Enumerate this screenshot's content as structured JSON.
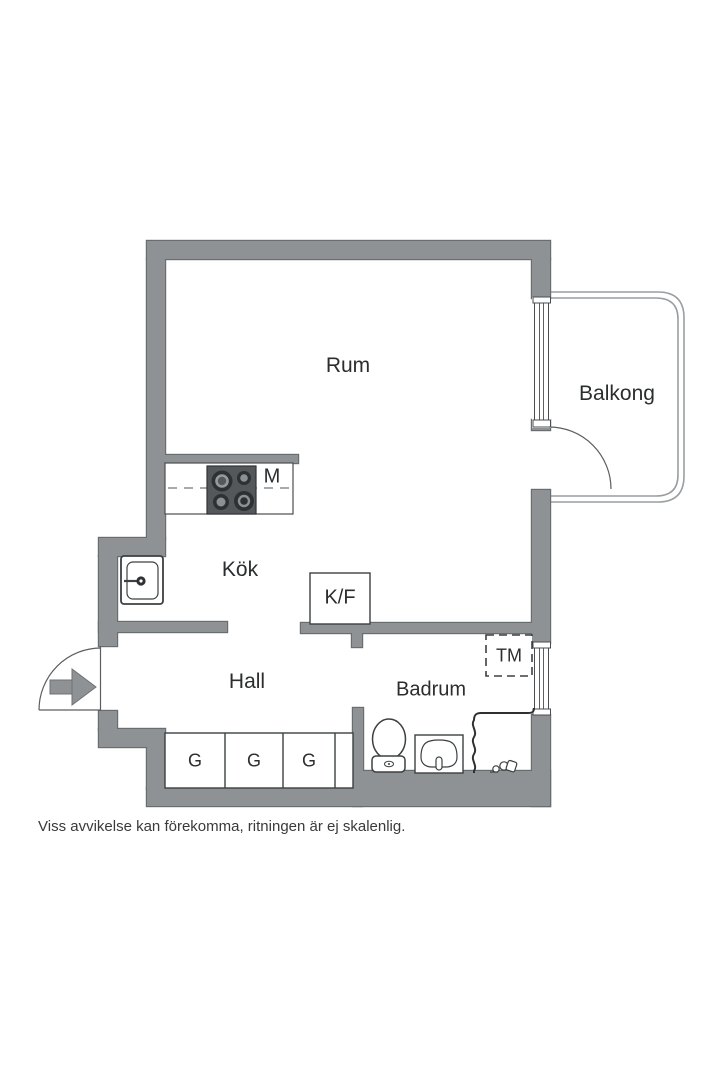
{
  "rooms": {
    "rum": {
      "label": "Rum"
    },
    "balkong": {
      "label": "Balkong"
    },
    "kok": {
      "label": "Kök"
    },
    "hall": {
      "label": "Hall"
    },
    "badrum": {
      "label": "Badrum"
    }
  },
  "appliances": {
    "m": {
      "label": "M"
    },
    "kf": {
      "label": "K/F"
    },
    "tm": {
      "label": "TM"
    },
    "wardrobes": [
      {
        "label": "G"
      },
      {
        "label": "G"
      },
      {
        "label": "G"
      }
    ]
  },
  "footer": {
    "disclaimer": "Viss avvikelse kan förekomma, ritningen är ej skalenlig."
  },
  "colors": {
    "background": "#ffffff",
    "wall_fill": "#8e9294",
    "wall_outline": "#686d6f",
    "fixture_line": "#3c4042",
    "stove_fill": "#54585a",
    "burner_dark": "#2e3133",
    "burner_light": "#97999b",
    "balcony_line": "#9a9ea0",
    "text": "#2b2d2e"
  }
}
